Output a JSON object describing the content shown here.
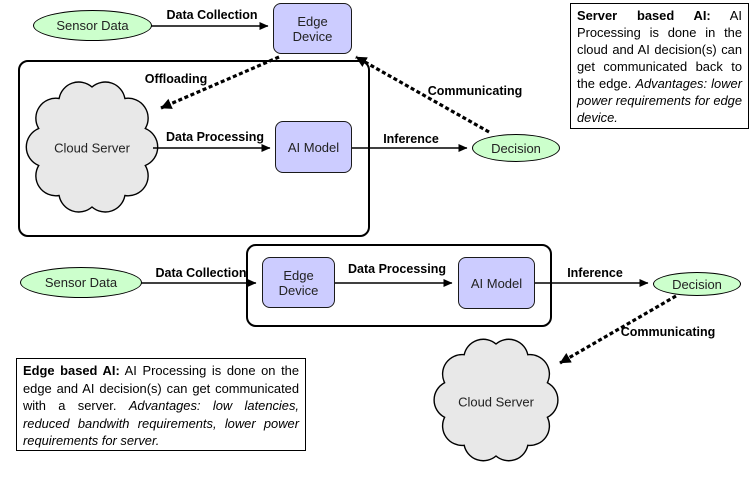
{
  "colors": {
    "node_fill": "#ccccff",
    "terminal_fill": "#ccffcc",
    "cloud_fill": "#e8e8e8",
    "line": "#000000"
  },
  "server_flow": {
    "sensor": "Sensor Data",
    "edge_device": "Edge Device",
    "cloud": "Cloud Server",
    "ai_model": "AI Model",
    "decision": "Decision",
    "labels": {
      "data_collection": "Data Collection",
      "offloading": "Offloading",
      "data_processing": "Data Processing",
      "inference": "Inference",
      "communicating": "Communicating"
    }
  },
  "edge_flow": {
    "sensor": "Sensor Data",
    "edge_device": "Edge Device",
    "ai_model": "AI Model",
    "decision": "Decision",
    "cloud": "Cloud Server",
    "labels": {
      "data_collection": "Data Collection",
      "data_processing": "Data Processing",
      "inference": "Inference",
      "communicating": "Communicating"
    }
  },
  "notes": {
    "server": {
      "lead": "Server based AI:",
      "body": " AI Processing is done in the cloud and AI decision(s) can get communicated back to the edge. ",
      "advantages": "Advantages: lower power requirements for edge device."
    },
    "edge": {
      "lead": "Edge based AI:",
      "body": " AI Processing is done on the edge and AI decision(s) can get communicated with a server. ",
      "advantages": "Advantages: low latencies, reduced bandwith requirements, lower power requirements for server."
    }
  }
}
